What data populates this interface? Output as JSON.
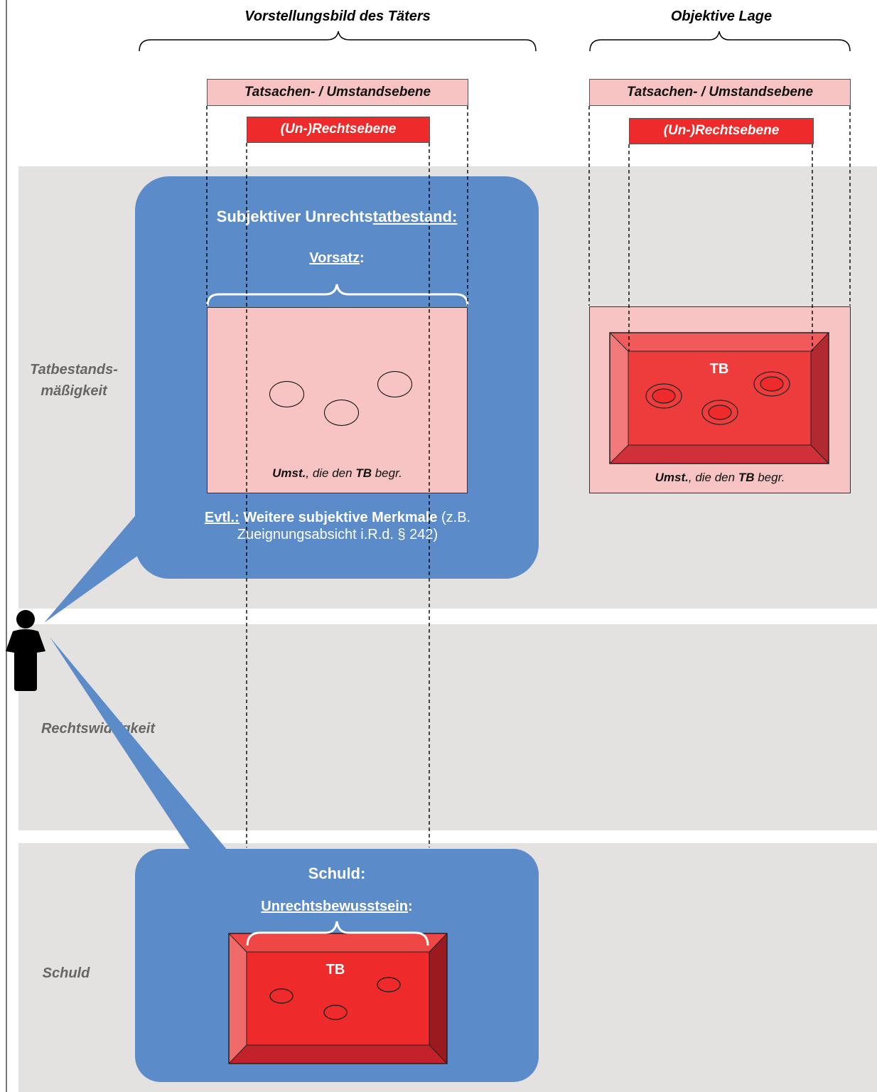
{
  "headers": {
    "left": "Vorstellungsbild des Täters",
    "right": "Objektive Lage"
  },
  "labels": {
    "tatsachen_left": "Tatsachen- / Umstandsebene",
    "rechts_left": "(Un-)Rechtsebene",
    "tatsachen_right": "Tatsachen- / Umstandsebene",
    "rechts_right": "(Un-)Rechtsebene"
  },
  "rows": {
    "row1_line1": "Tatbestands-",
    "row1_line2": "mäßigkeit",
    "row2": "Rechtswidrigkeit",
    "row3": "Schuld"
  },
  "subjective": {
    "title_plain": "Subjektiver Unrechts",
    "title_underlined": "tatbestand",
    "title_colon": ":",
    "vorsatz": "Vorsatz",
    "vorsatz_colon": ":",
    "evtl_label": "Evtl.:",
    "further_bold": "Weitere subjektive Merkmale",
    "further_rest": "(z.B. Zueignungsabsicht i.R.d. § 242)"
  },
  "pinkbox_left": {
    "caption_bold": "Umst.",
    "caption_mid": ", die den ",
    "caption_tb": "TB",
    "caption_end": " begr."
  },
  "objective": {
    "tb": "TB",
    "caption_bold": "Umst.",
    "caption_mid": ", die den ",
    "caption_tb": "TB",
    "caption_end": " begr."
  },
  "schuld": {
    "title": "Schuld:",
    "unrecht": "Unrechtsbewusstsein",
    "unrecht_colon": ":",
    "tb": "TB"
  },
  "icons": {
    "person": "person-icon"
  },
  "colors": {
    "band": "#e4e2e0",
    "blue": "#5b8cc9",
    "pink": "#f8c3c3",
    "red": "#ee2a2a"
  }
}
